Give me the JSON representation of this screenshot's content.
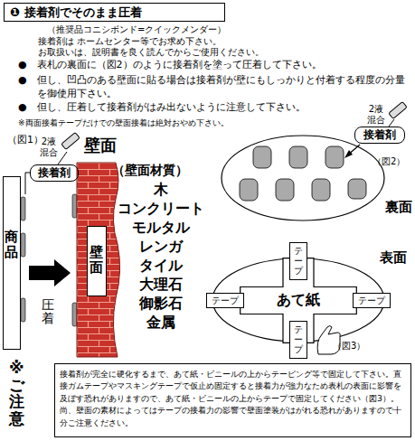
{
  "diagram": {
    "nodes": [
      {
        "text": [
          "❶ 接着剤でそのまま圧着"
        ]
      },
      {
        "text": [
          "接着剤"
        ]
      },
      {
        "text": [
          "商品"
        ]
      },
      {
        "text": [
          "壁面"
        ]
      },
      {
        "text": [
          "接着剤"
        ]
      },
      {
        "text": [
          "あて紙"
        ]
      },
      {
        "text": [
          "テープ"
        ]
      },
      {
        "text": [
          "テープ"
        ]
      },
      {
        "text": [
          "テープ"
        ]
      },
      {
        "text": [
          "テープ"
        ]
      },
      {
        "text": [
          "接着剤が完全に硬化するまで、あて紙・ビニールの上からテーピング等で固定して下さい。直接ガムテープやマスキングテープで仮止め固定すると接着力が強力なため表札の表面に影響を及ぼす恐れがありますので、あて紙・ビニールの上からテープで固定してください（図3）。尚、壁面の素材によってはテープの接着力の影響で壁面塗装がはがれる恐れがありますので十分ご注意ください。"
        ]
      }
    ],
    "labels": [
      "（推奨品コニシボンド=クイックメンダー）",
      "接着剤は ホームセンター等でお求め下さい。",
      "お取扱いは、説明書を良く読んでからご使用ください。",
      "●　表札の裏面に（図2）のように接着剤を塗って圧着して下さい。",
      "●　但し、凹凸のある壁面に貼る場合は接着剤が壁にもしっかりと付着する程度の分量を御使用下さい。",
      "●　但し、圧着して接着剤がはみ出ないように注意して下さい。",
      "※両面接着テープだけでの壁面接着は絶対おやめ下さい。",
      "（図1）",
      "2液混合",
      "壁面",
      "（壁面材質）",
      "木",
      "コンクリート",
      "モルタル",
      "レンガ",
      "タイル",
      "大理石",
      "御影石",
      "金属",
      "圧着",
      "2液混合",
      "（図2）",
      "裏面",
      "表面",
      "（図3）",
      "※ご注意"
    ]
  }
}
